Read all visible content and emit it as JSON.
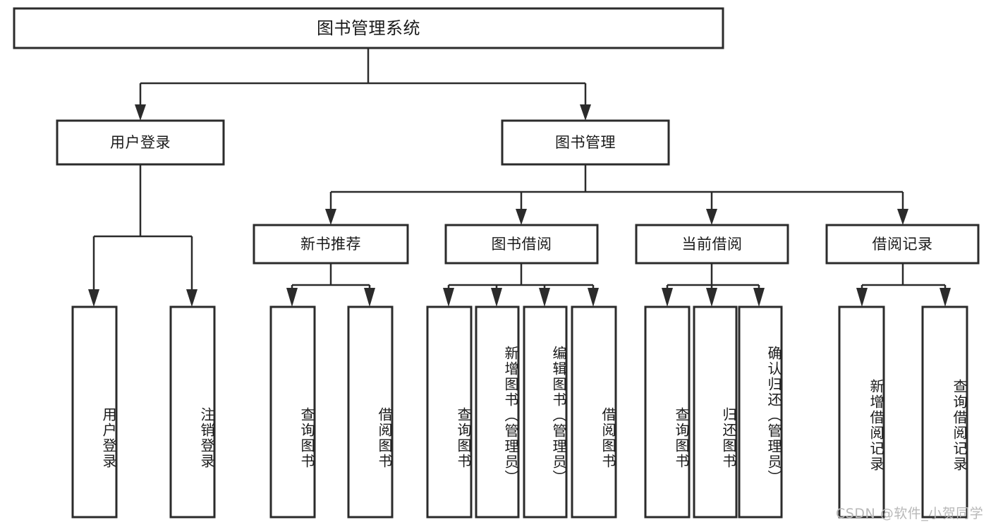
{
  "diagram": {
    "type": "tree-hierarchy-diagram",
    "title": "图书管理系统",
    "orientation": "top-down",
    "root": {
      "label": "图书管理系统",
      "children": [
        {
          "label": "用户登录",
          "children": [
            {
              "label": "用户登录"
            },
            {
              "label": "注销登录"
            }
          ]
        },
        {
          "label": "图书管理",
          "children": [
            {
              "label": "新书推荐",
              "children": [
                {
                  "label": "查询图书"
                },
                {
                  "label": "借阅图书"
                }
              ]
            },
            {
              "label": "图书借阅",
              "children": [
                {
                  "label": "查询图书"
                },
                {
                  "label": "新增图书（管理员）"
                },
                {
                  "label": "编辑图书（管理员）"
                },
                {
                  "label": "借阅图书"
                }
              ]
            },
            {
              "label": "当前借阅",
              "children": [
                {
                  "label": "查询图书"
                },
                {
                  "label": "归还图书"
                },
                {
                  "label": "确认归还（管理员）"
                }
              ]
            },
            {
              "label": "借阅记录",
              "children": [
                {
                  "label": "新增借阅记录"
                },
                {
                  "label": "查询借阅记录"
                }
              ]
            }
          ]
        }
      ]
    },
    "nodes": {
      "root": "图书管理系统",
      "user_login": "用户登录",
      "book_manage": "图书管理",
      "new_book_rec": "新书推荐",
      "book_borrow": "图书借阅",
      "current_borrow": "当前借阅",
      "borrow_record": "借阅记录",
      "leaf_user_login": "用户登录",
      "leaf_logout": "注销登录",
      "leaf_rec_query": "查询图书",
      "leaf_rec_borrow": "借阅图书",
      "leaf_borrow_query": "查询图书",
      "leaf_borrow_add": "新增图书（管理员）",
      "leaf_borrow_edit": "编辑图书（管理员）",
      "leaf_borrow_borrow": "借阅图书",
      "leaf_cur_query": "查询图书",
      "leaf_cur_return": "归还图书",
      "leaf_cur_confirm": "确认归还（管理员）",
      "leaf_rec_add": "新增借阅记录",
      "leaf_rec_query2": "查询借阅记录"
    },
    "colors": {
      "box_border": "#2b2b2b",
      "box_fill": "#ffffff",
      "connector": "#2b2b2b",
      "text": "#1a1a1a",
      "background": "#ffffff",
      "watermark": "#b8b8b8"
    }
  },
  "watermark": {
    "text": "CSDN @软件_小贺同学"
  }
}
